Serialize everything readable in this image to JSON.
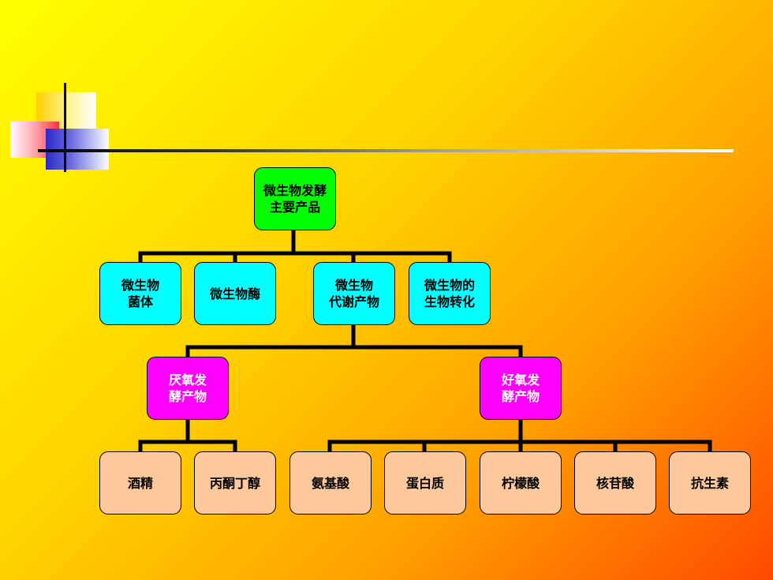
{
  "diagram": {
    "root": {
      "label": "微生物发酵\n主要产品",
      "color": "#00ff00"
    },
    "level1": [
      {
        "label": "微生物\n菌体",
        "color": "#00ffff"
      },
      {
        "label": "微生物酶",
        "color": "#00ffff"
      },
      {
        "label": "微生物\n代谢产物",
        "color": "#00ffff"
      },
      {
        "label": "微生物的\n生物转化",
        "color": "#00ffff"
      }
    ],
    "level2": [
      {
        "label": "厌氧发\n酵产物",
        "color": "#ff00ff"
      },
      {
        "label": "好氧发\n酵产物",
        "color": "#ff00ff"
      }
    ],
    "anaerobic_products": [
      {
        "label": "酒精"
      },
      {
        "label": "丙酮丁醇"
      }
    ],
    "aerobic_products": [
      {
        "label": "氨基酸"
      },
      {
        "label": "蛋白质"
      },
      {
        "label": "柠檬酸"
      },
      {
        "label": "核苷酸"
      },
      {
        "label": "抗生素"
      }
    ]
  }
}
